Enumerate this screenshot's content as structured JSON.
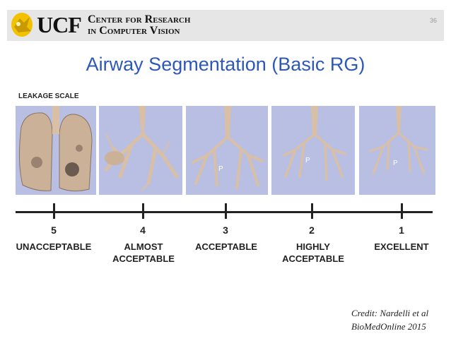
{
  "header": {
    "logo_text": "UCF",
    "center_name": "Center for Research\nin Computer Vision",
    "slide_number": "36"
  },
  "title": "Airway Segmentation (Basic RG)",
  "scale_label": "LEAKAGE SCALE",
  "scale": [
    {
      "number": "5",
      "label": "UNACCEPTABLE"
    },
    {
      "number": "4",
      "label": "ALMOST\nACCEPTABLE"
    },
    {
      "number": "3",
      "label": "ACCEPTABLE"
    },
    {
      "number": "2",
      "label": "HIGHLY\nACCEPTABLE"
    },
    {
      "number": "1",
      "label": "EXCELLENT"
    }
  ],
  "panel_marks": [
    "P",
    "P",
    "P"
  ],
  "credit": "Credit: Nardelli et al\nBioMedOnline 2015",
  "colors": {
    "title": "#2e58b8",
    "panel_bg": "#b8bfe2",
    "airway": "#d9bfa6",
    "logo_gold": "#f2c200"
  }
}
